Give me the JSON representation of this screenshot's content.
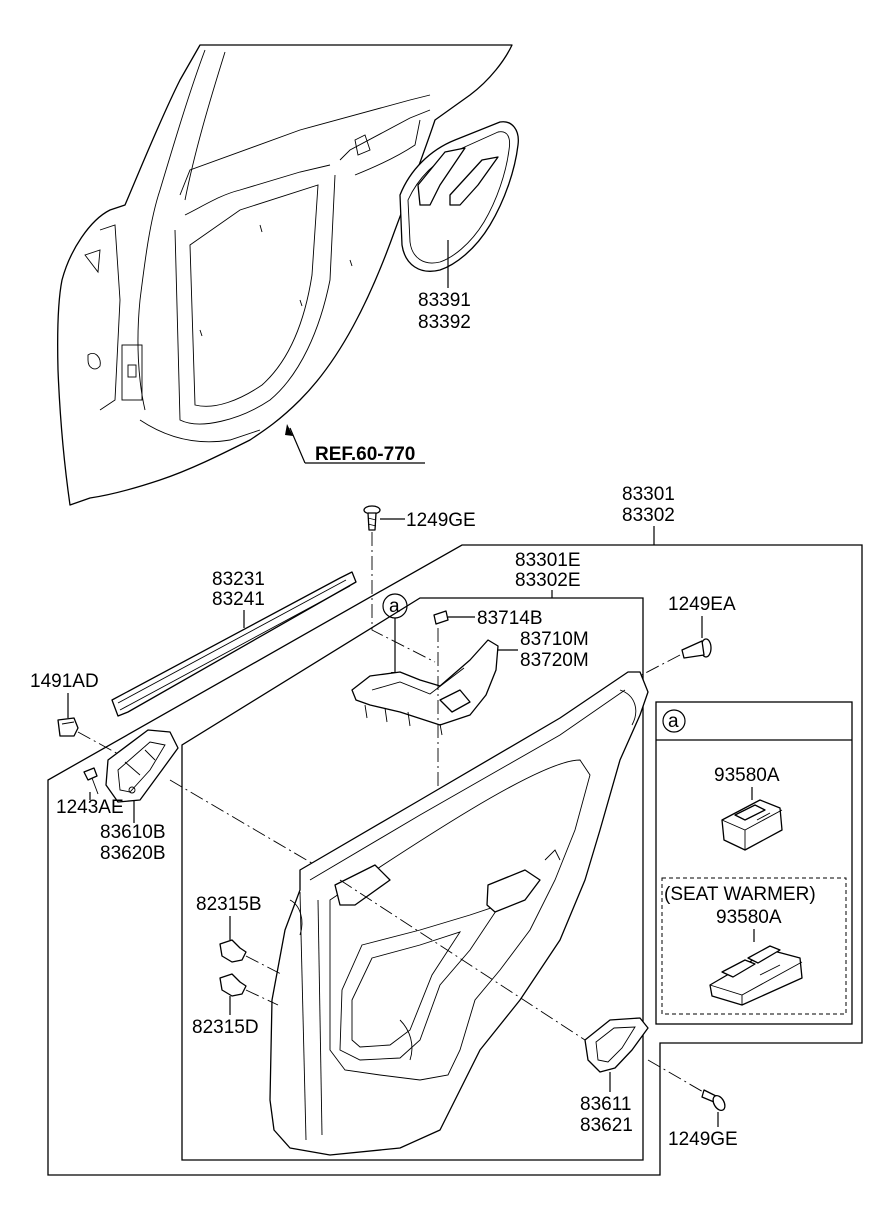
{
  "parts": {
    "p83391": "83391",
    "p83392": "83392",
    "ref": "REF.60-770",
    "p1249GE_top": "1249GE",
    "p83301": "83301",
    "p83302": "83302",
    "p83301E": "83301E",
    "p83302E": "83302E",
    "p83231": "83231",
    "p83241": "83241",
    "p83714B": "83714B",
    "p83710M": "83710M",
    "p83720M": "83720M",
    "p1249EA": "1249EA",
    "p1491AD": "1491AD",
    "p1243AE": "1243AE",
    "p83610B": "83610B",
    "p83620B": "83620B",
    "p82315B": "82315B",
    "p82315D": "82315D",
    "p83611": "83611",
    "p83621": "83621",
    "p1249GE_bottom": "1249GE"
  },
  "inset": {
    "marker": "a",
    "p93580A_1": "93580A",
    "seat_warmer": "(SEAT WARMER)",
    "p93580A_2": "93580A"
  },
  "callout_a": "a"
}
